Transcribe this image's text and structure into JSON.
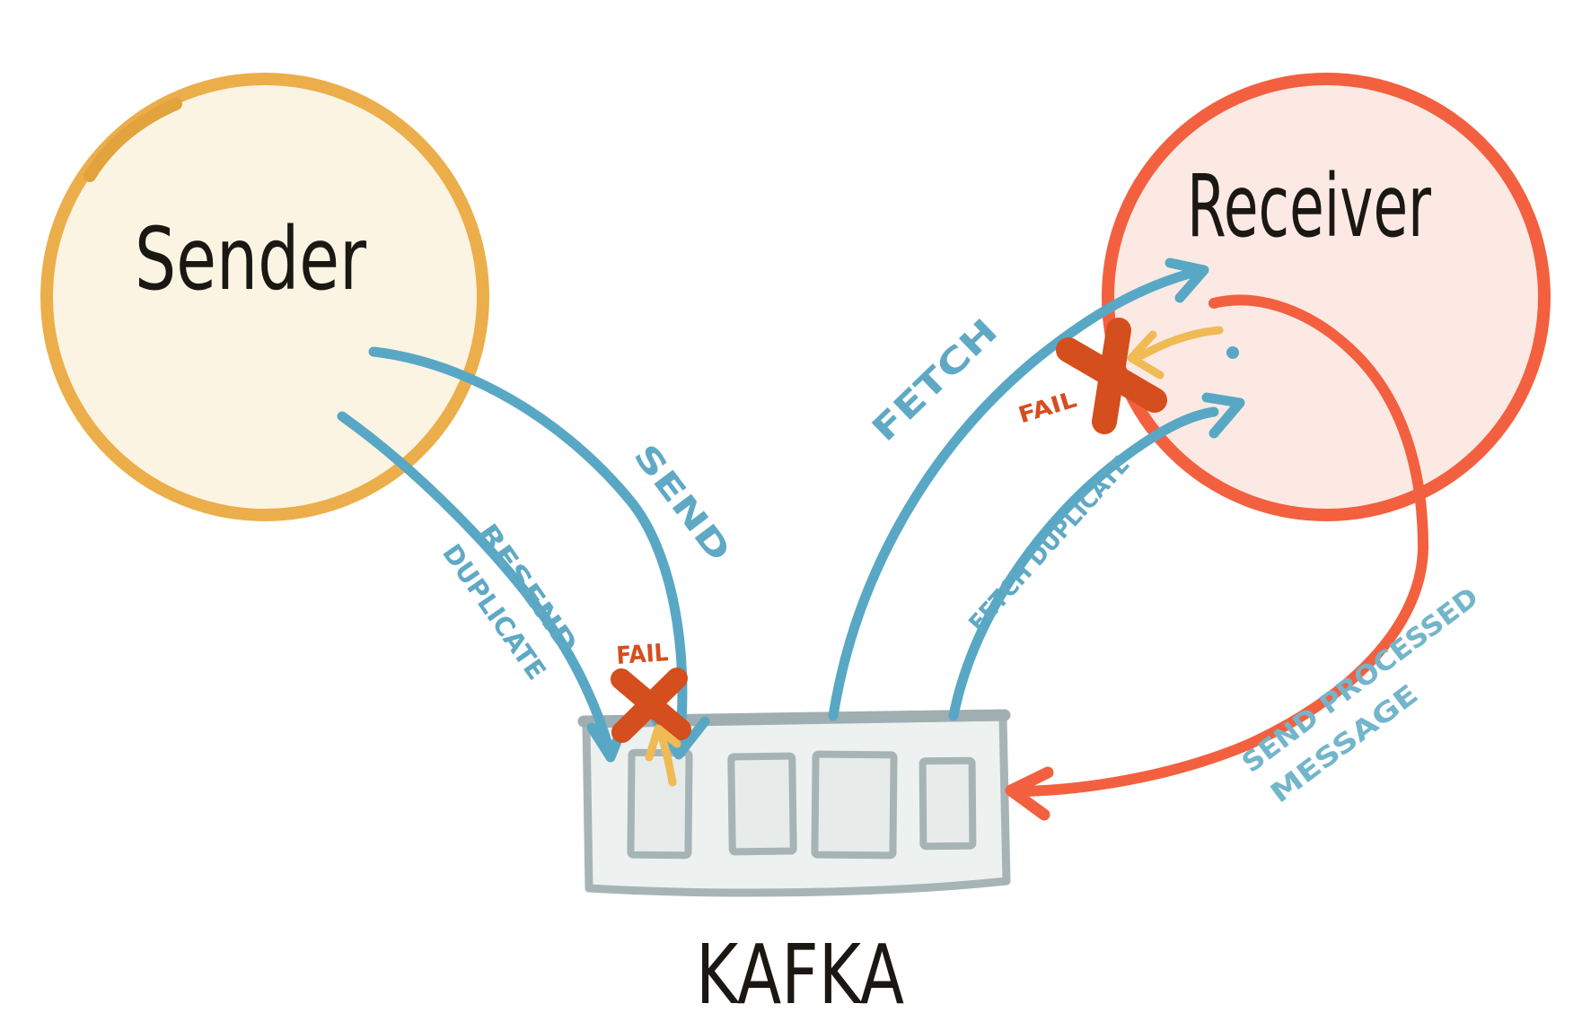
{
  "diagram": {
    "kind": "hand-drawn-messaging-flow",
    "nodes": {
      "sender": {
        "label": "Sender"
      },
      "receiver": {
        "label": "Receiver"
      },
      "kafka": {
        "label": "KAFKA",
        "partitions": 4
      }
    },
    "edges": {
      "send": {
        "label": "SEND",
        "from": "sender",
        "to": "kafka"
      },
      "resend_duplicate": {
        "line1": "RESEND",
        "line2": "DUPLICATE",
        "from": "sender",
        "to": "kafka"
      },
      "fetch": {
        "label": "FETCH",
        "from": "kafka",
        "to": "receiver"
      },
      "fetch_duplicate": {
        "label": "FETCH DUPLICATE",
        "from": "kafka",
        "to": "receiver"
      },
      "send_processed": {
        "line1": "SEND PROCESSED",
        "line2": "MESSAGE",
        "from": "receiver",
        "to": "kafka"
      }
    },
    "failures": {
      "send_fail": {
        "label": "FAIL",
        "location": "kafka-ingress"
      },
      "fetch_fail": {
        "label": "FAIL",
        "location": "receiver-ingress"
      }
    },
    "colors": {
      "blue_arrow": "#58a8c5",
      "blue_label": "#5fa9c5",
      "blue_label_light": "#73b5cb",
      "coral": "#f3603f",
      "coral_fill": "#fce9e4",
      "vermillion": "#d54e1d",
      "yellow": "#f0ba55",
      "sender_stroke": "#ecae4a",
      "sender_fill": "#fbf4e3",
      "kafka_stroke": "#a7b4b6",
      "kafka_fill": "#edf1f0",
      "kafka_cell_fill": "#e7eceb",
      "ink": "#1b1713"
    }
  }
}
